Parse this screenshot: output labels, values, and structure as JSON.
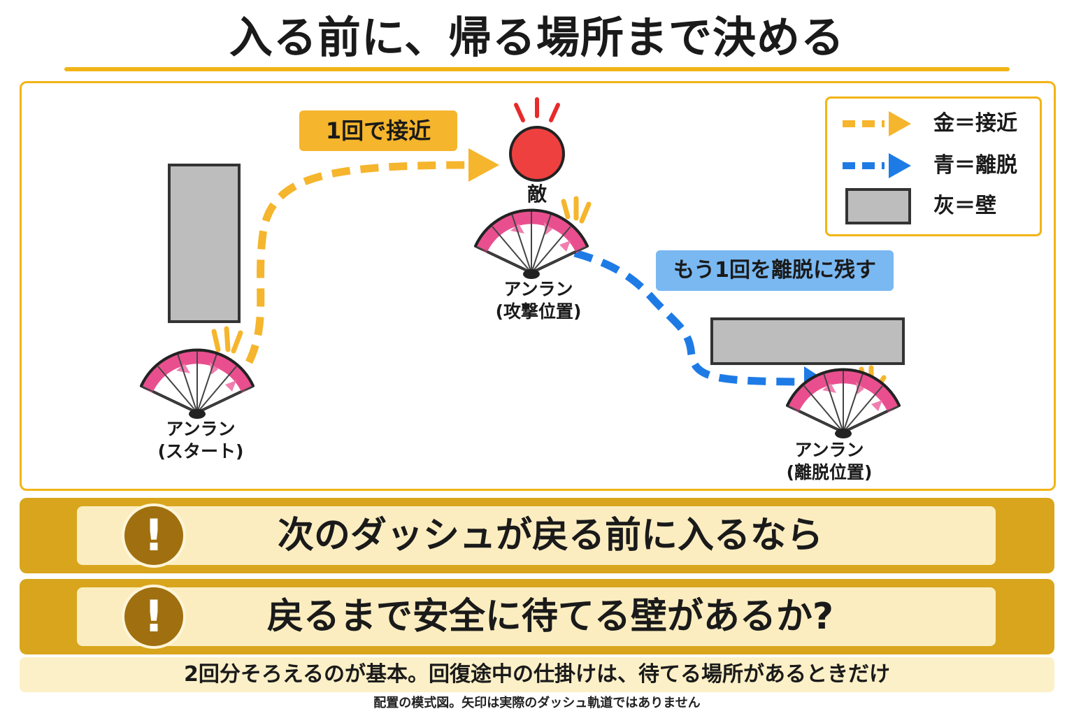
{
  "title": "入る前に、帰る場所まで決める",
  "diagram": {
    "approach_label": "1回で接近",
    "escape_label": "もう1回を離脱に残す",
    "enemy_label": "敵",
    "positions": [
      {
        "name": "アンラン",
        "sub": "(スタート)"
      },
      {
        "name": "アンラン",
        "sub": "(攻撃位置)"
      },
      {
        "name": "アンラン",
        "sub": "(離脱位置)"
      }
    ]
  },
  "legend": {
    "items": [
      {
        "label": "金＝接近",
        "color": "#f5b52c"
      },
      {
        "label": "青＝離脱",
        "color": "#1e7be6"
      },
      {
        "label": "灰＝壁",
        "color": "#bdbdbd"
      }
    ]
  },
  "warnings": [
    {
      "icon": "!",
      "text": "次のダッシュが戻る前に入るなら"
    },
    {
      "icon": "!",
      "text": "戻るまで安全に待てる壁があるか?"
    }
  ],
  "note": "2回分そろえるのが基本。回復途中の仕掛けは、待てる場所があるときだけ",
  "footnote": "配置の模式図。矢印は実際のダッシュ軌道ではありません",
  "colors": {
    "accent": "#f2b416",
    "approach": "#f5b52c",
    "escape": "#1e7be6",
    "enemy": "#ef4040",
    "wall": "#bdbdbd"
  }
}
